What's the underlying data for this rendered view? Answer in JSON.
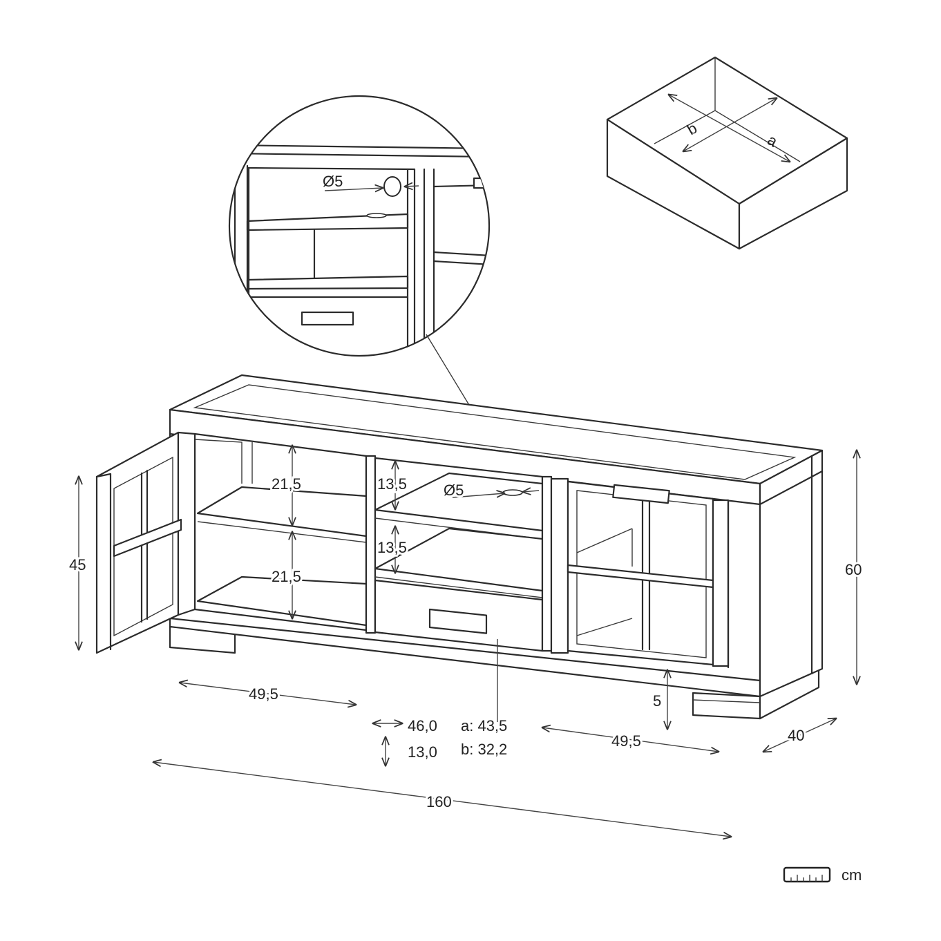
{
  "dimensions": {
    "width_total": "160",
    "height_total": "60",
    "depth": "40",
    "door_height": "45",
    "plinth": "5",
    "left_cabinet_width": "49,5",
    "right_cabinet_width": "49,5",
    "left_shelf_upper": "21,5",
    "left_shelf_lower": "21,5",
    "middle_shelf_upper": "13,5",
    "middle_shelf_lower": "13,5",
    "cable_hole_main": "Ø5",
    "cable_hole_detail": "Ø5"
  },
  "drawer": {
    "width": "46,0",
    "height": "13,0",
    "inner_a": "a: 43,5",
    "inner_b": "b: 32,2",
    "box_label_a": "a",
    "box_label_b": "b"
  },
  "unit": {
    "label": "cm",
    "icon": "ruler-icon"
  }
}
